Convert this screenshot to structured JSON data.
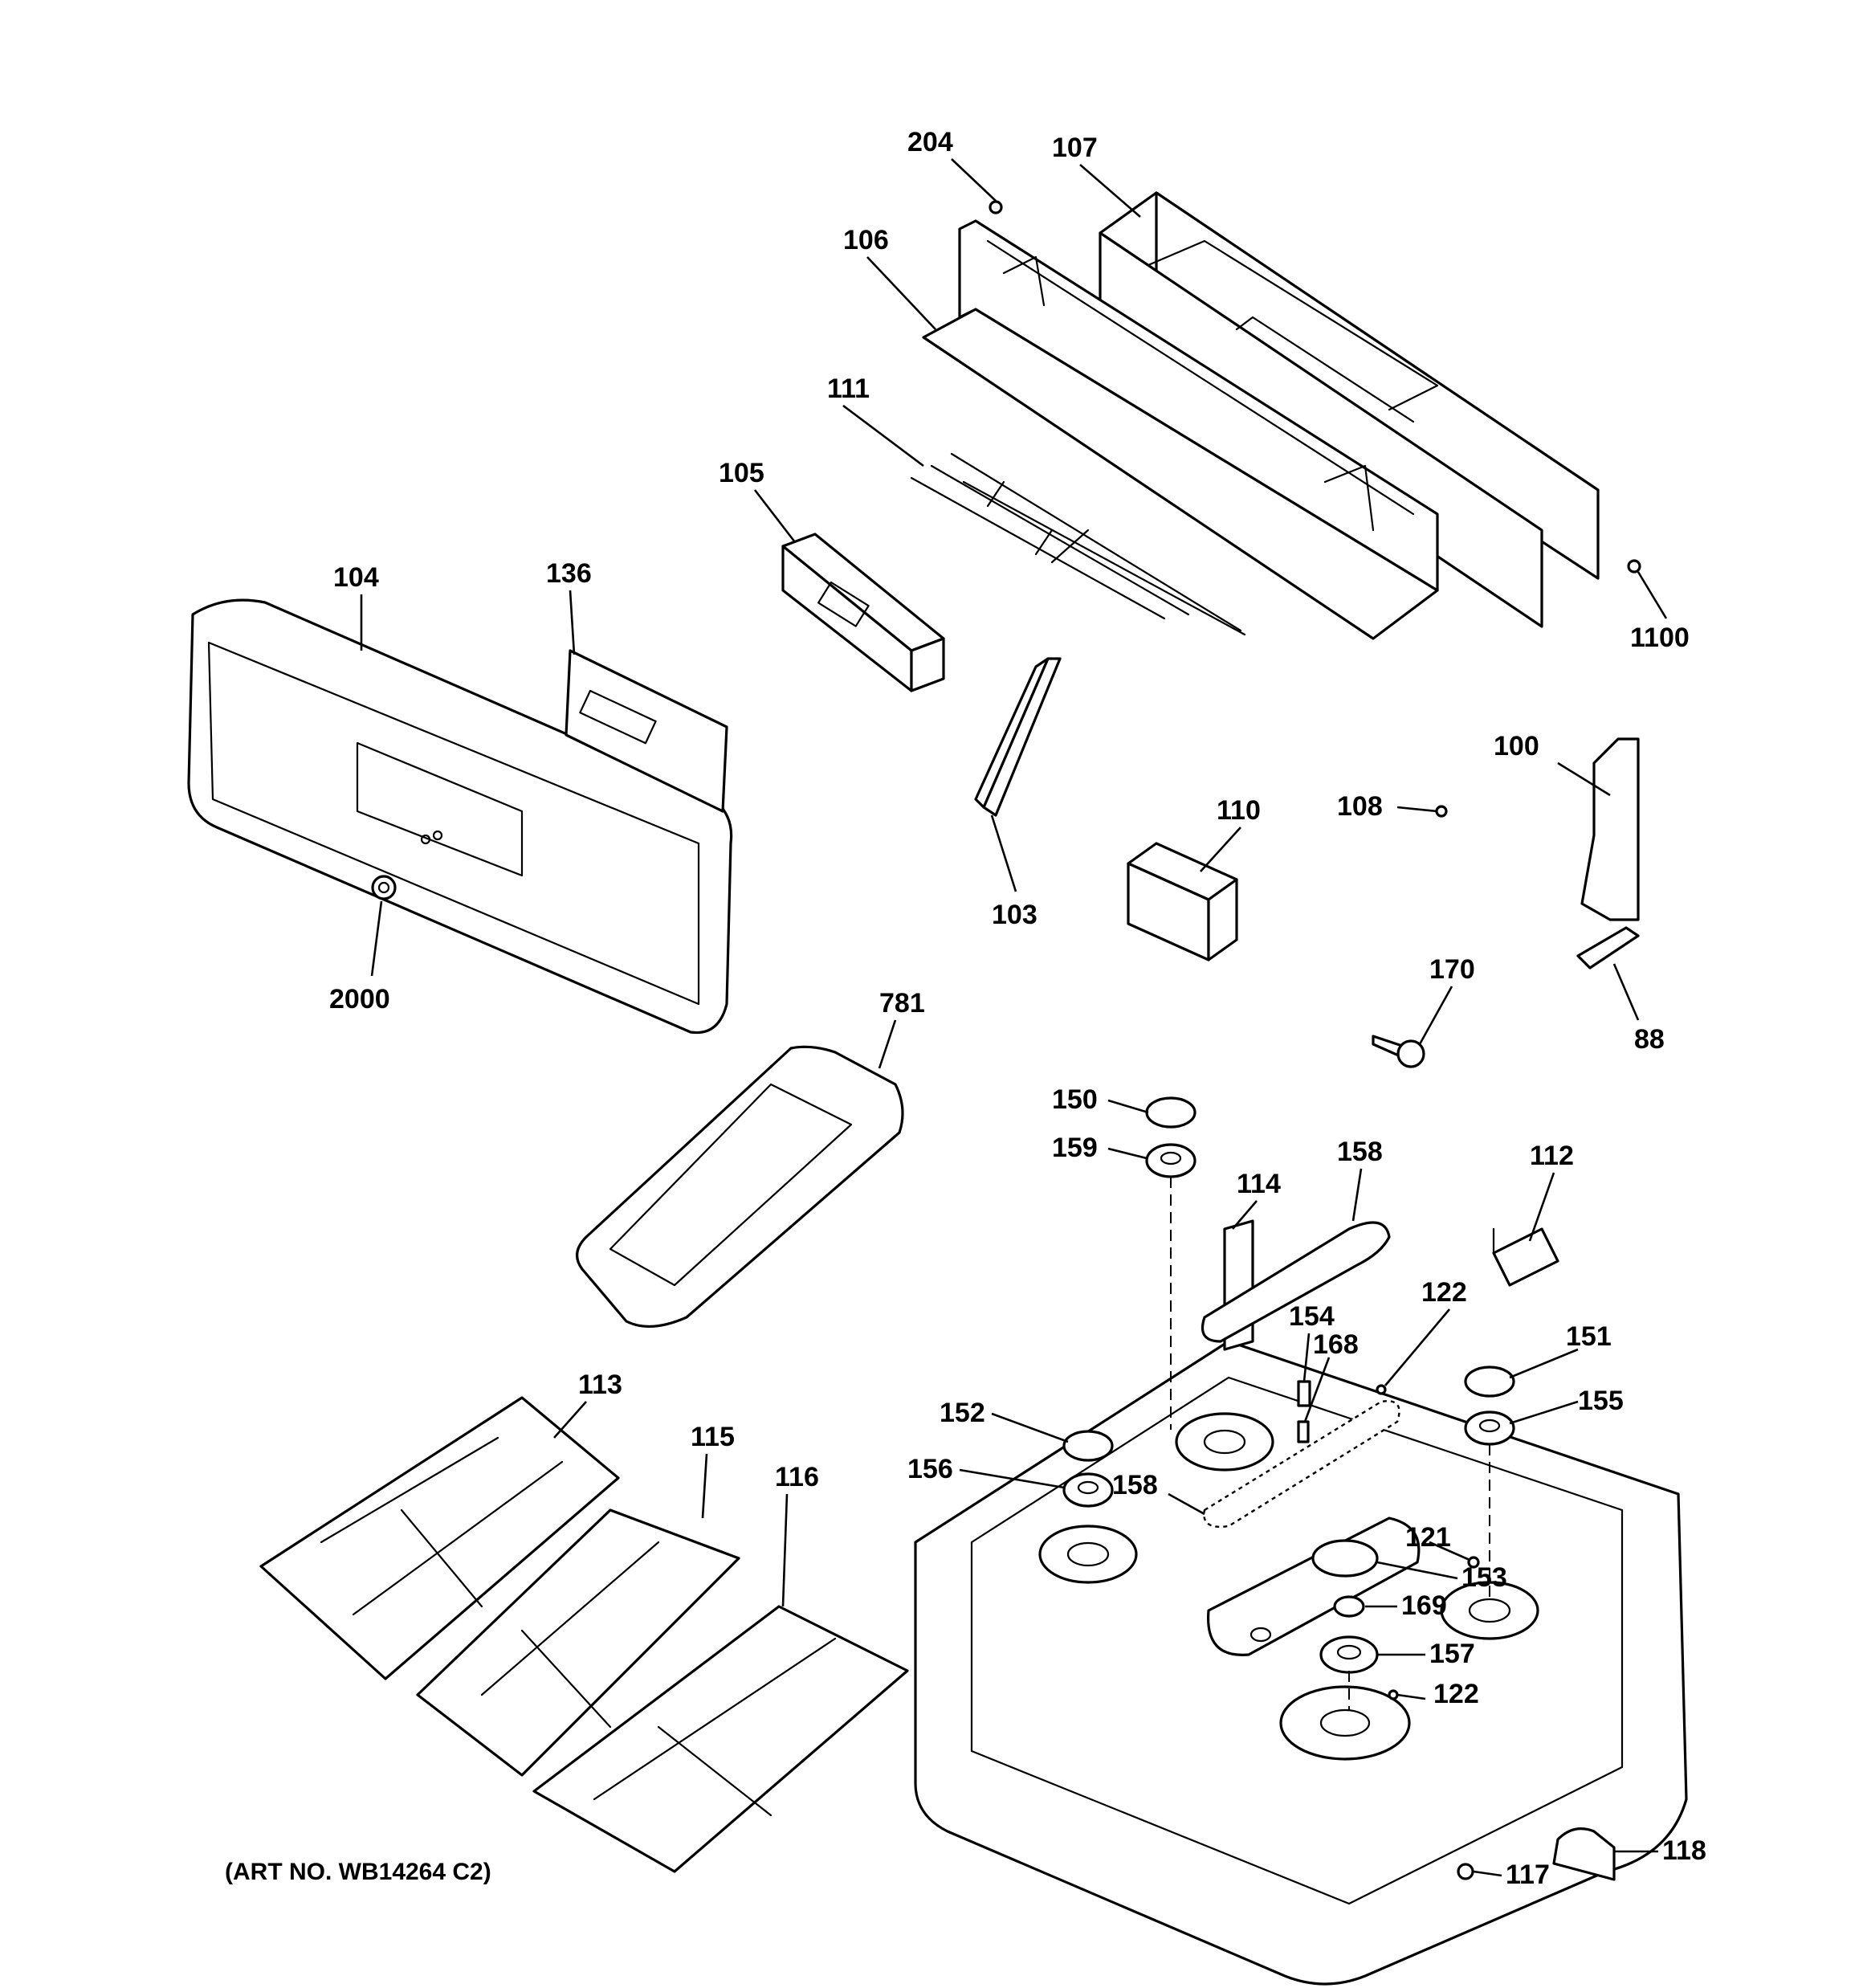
{
  "art_number": "(ART NO. WB14264 C2)",
  "labels": {
    "p204": "204",
    "p107": "107",
    "p106": "106",
    "p111": "111",
    "p105": "105",
    "p104": "104",
    "p136": "136",
    "p1100": "1100",
    "p100": "100",
    "p108": "108",
    "p110": "110",
    "p103": "103",
    "p2000": "2000",
    "p170": "170",
    "p88": "88",
    "p781": "781",
    "p150": "150",
    "p159": "159",
    "p158a": "158",
    "p114": "114",
    "p112": "112",
    "p122a": "122",
    "p154": "154",
    "p168": "168",
    "p151": "151",
    "p152": "152",
    "p155": "155",
    "p156": "156",
    "p158b": "158",
    "p121": "121",
    "p153": "153",
    "p169": "169",
    "p157": "157",
    "p122b": "122",
    "p113": "113",
    "p115": "115",
    "p116": "116",
    "p118": "118",
    "p117": "117"
  }
}
